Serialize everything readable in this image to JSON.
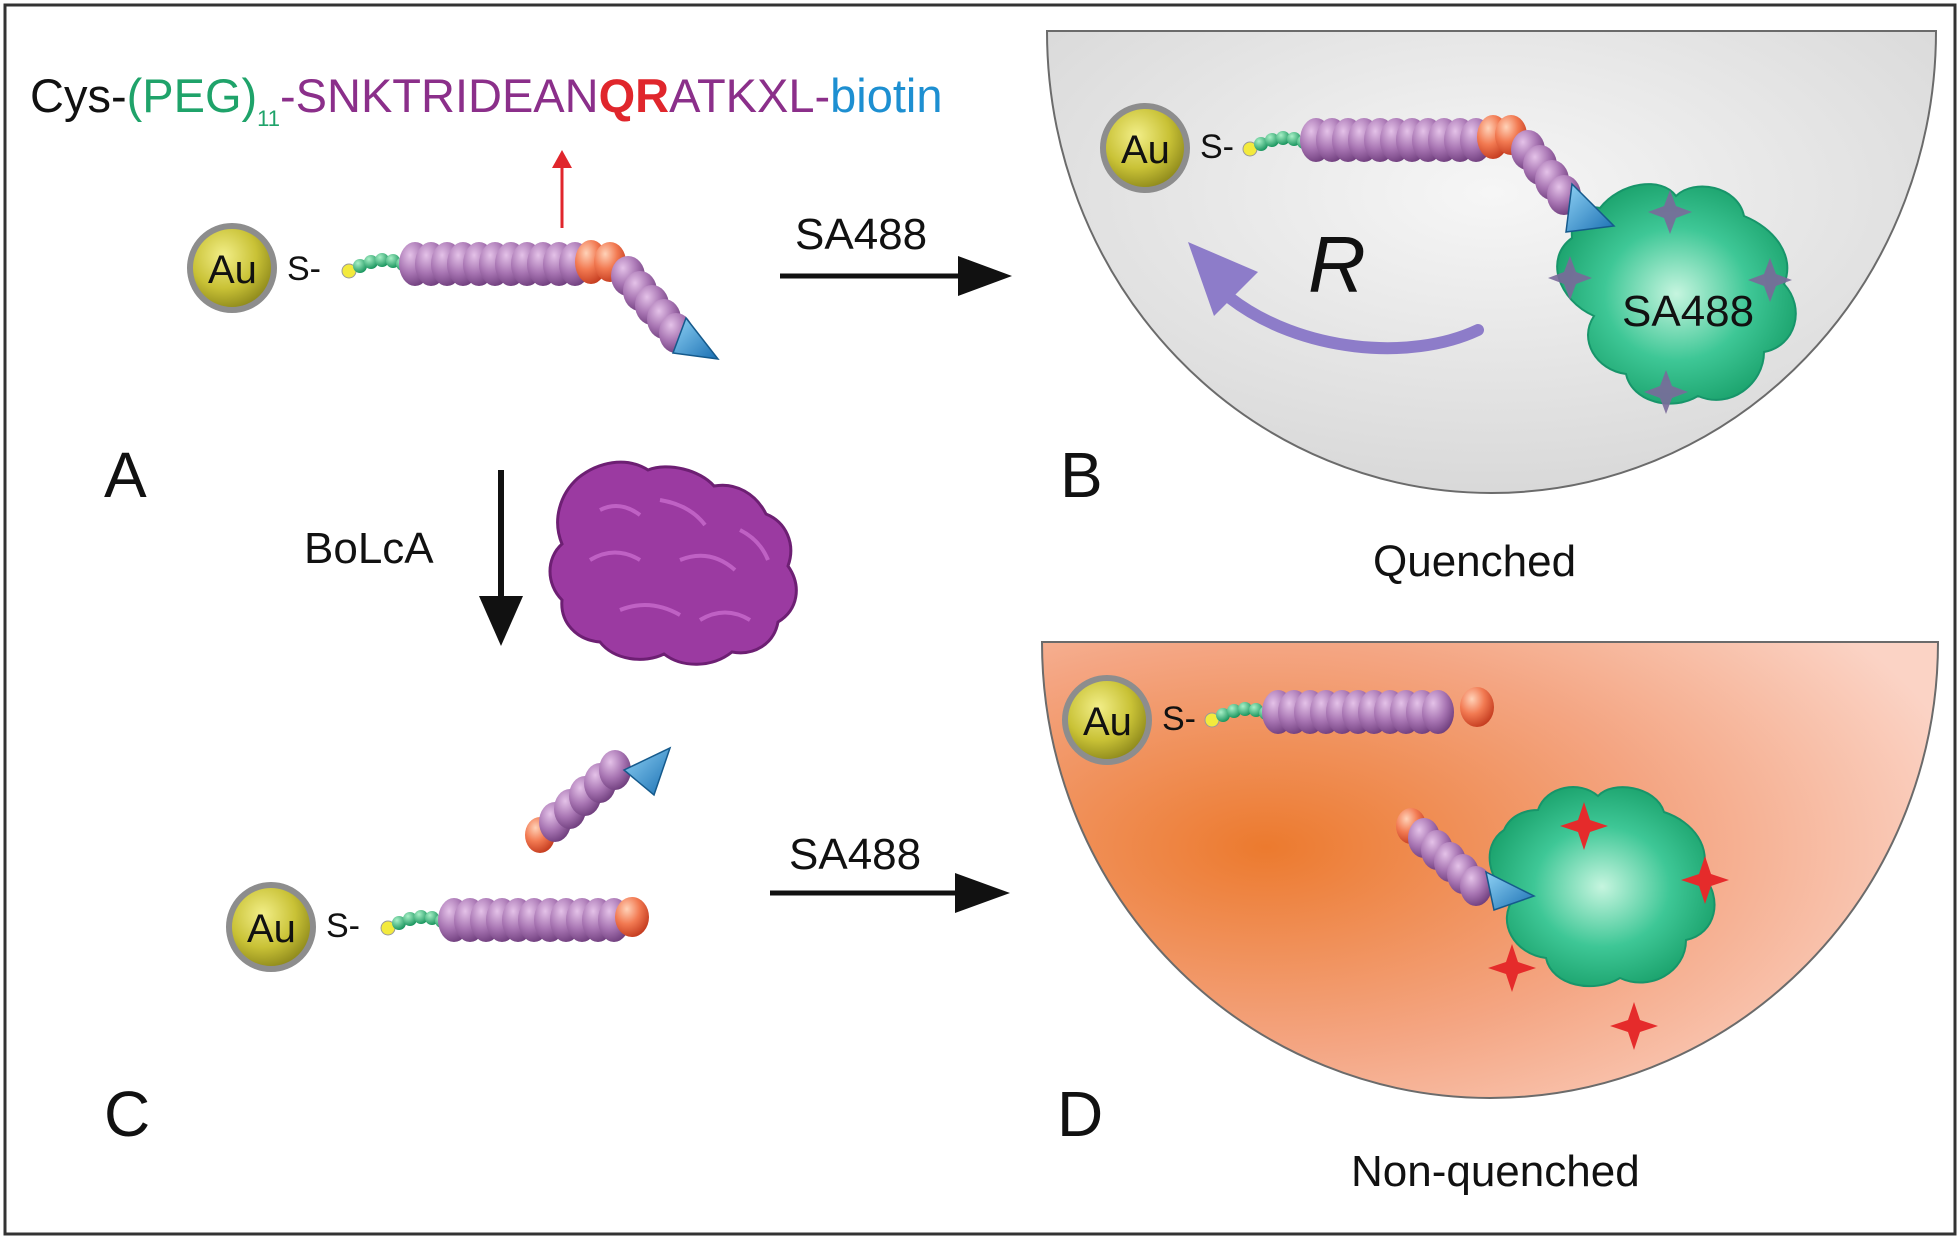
{
  "sequence": {
    "cys": "Cys-",
    "peg": "(PEG)",
    "peg_sub": "11",
    "dash1": "-",
    "peptide_a": "SNKTRIDEAN",
    "cleave": "QR",
    "peptide_b": "ATKXL",
    "dash2": "-",
    "biotin": "biotin"
  },
  "atoms": {
    "gold": "Au",
    "sulfur": "S-"
  },
  "panels": {
    "a": "A",
    "b": "B",
    "c": "C",
    "d": "D",
    "b_caption": "Quenched",
    "d_caption": "Non-quenched",
    "distance": "R",
    "sa_label": "SA488"
  },
  "arrows": {
    "top_reagent": "SA488",
    "bottom_reagent": "SA488",
    "enzyme": "BoLcA"
  },
  "colors": {
    "peg_green": "#1fa36a",
    "peptide_purple": "#8b2f8a",
    "cleavage_red": "#e0262c",
    "biotin_blue": "#1d8fd1",
    "gold_particle": "#c8c23a",
    "streptavidin_green": "#2bbf87",
    "quenched_bg": "#e6e6e6",
    "emission_orange": "#f08a55"
  }
}
